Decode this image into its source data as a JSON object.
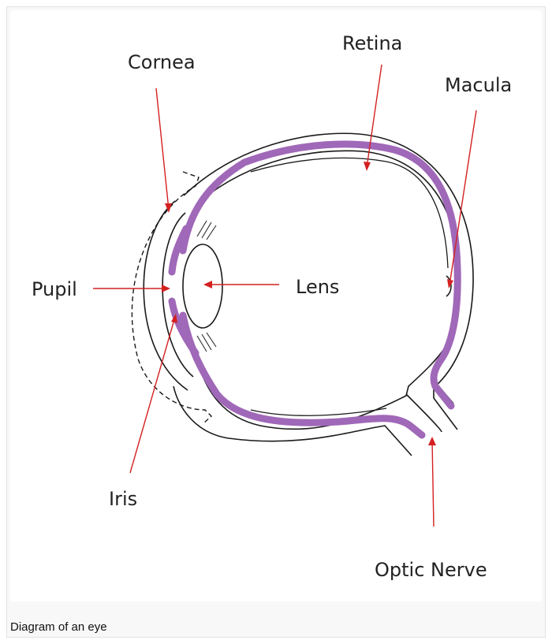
{
  "caption": "Diagram of an eye",
  "labels": {
    "cornea": "Cornea",
    "retina": "Retina",
    "macula": "Macula",
    "pupil": "Pupil",
    "lens": "Lens",
    "iris": "Iris",
    "optic_nerve": "Optic Nerve"
  },
  "colors": {
    "retina_band": "#a068b8",
    "pointer": "#d42020",
    "outline": "#1a1a1a"
  }
}
